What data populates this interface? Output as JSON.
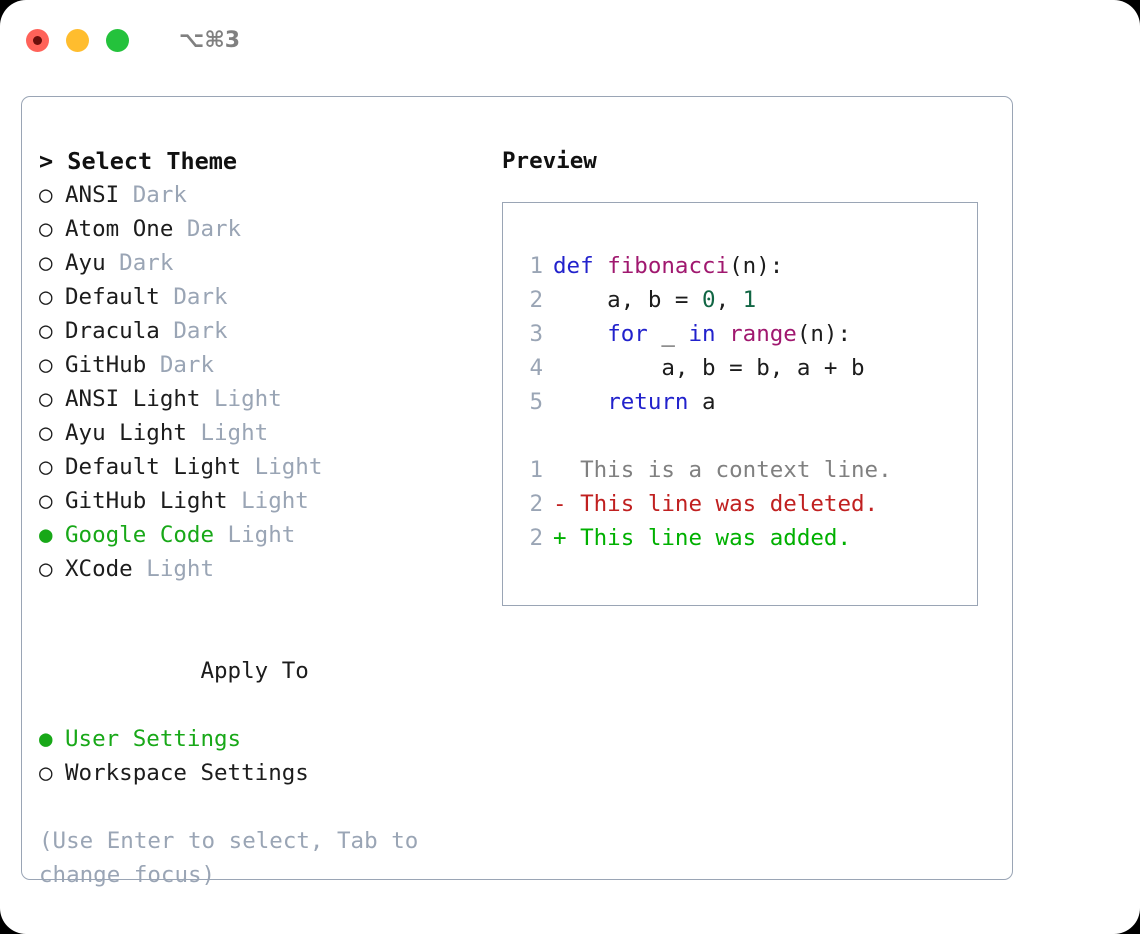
{
  "window": {
    "shortcut": "⌥⌘3",
    "traffic_lights": [
      {
        "name": "close",
        "color": "#ff6259"
      },
      {
        "name": "minimize",
        "color": "#ffbd2e"
      },
      {
        "name": "maximize",
        "color": "#24c23c"
      }
    ]
  },
  "theme_picker": {
    "prompt": "> Select Theme",
    "selected_bullet": "●",
    "unselected_bullet": "○",
    "accent_color": "#18a818",
    "muted_color": "#9aa5b5",
    "items": [
      {
        "name": "ANSI",
        "kind": "Dark",
        "selected": false
      },
      {
        "name": "Atom One",
        "kind": "Dark",
        "selected": false
      },
      {
        "name": "Ayu",
        "kind": "Dark",
        "selected": false
      },
      {
        "name": "Default",
        "kind": "Dark",
        "selected": false
      },
      {
        "name": "Dracula",
        "kind": "Dark",
        "selected": false
      },
      {
        "name": "GitHub",
        "kind": "Dark",
        "selected": false
      },
      {
        "name": "ANSI Light",
        "kind": "Light",
        "selected": false
      },
      {
        "name": "Ayu Light",
        "kind": "Light",
        "selected": false
      },
      {
        "name": "Default Light",
        "kind": "Light",
        "selected": false
      },
      {
        "name": "GitHub Light",
        "kind": "Light",
        "selected": false
      },
      {
        "name": "Google Code",
        "kind": "Light",
        "selected": true
      },
      {
        "name": "XCode",
        "kind": "Light",
        "selected": false
      }
    ]
  },
  "apply_to": {
    "title": "Apply To",
    "options": [
      {
        "label": "User Settings",
        "selected": true
      },
      {
        "label": "Workspace Settings",
        "selected": false
      }
    ]
  },
  "hint": "(Use Enter to select, Tab to change focus)",
  "preview": {
    "label": "Preview",
    "code_lines": [
      {
        "no": "1",
        "tokens": [
          {
            "t": "def ",
            "c": "kw"
          },
          {
            "t": "fibonacci",
            "c": "fn"
          },
          {
            "t": "(n):",
            "c": "plain"
          }
        ]
      },
      {
        "no": "2",
        "tokens": [
          {
            "t": "    a, b = ",
            "c": "plain"
          },
          {
            "t": "0",
            "c": "num"
          },
          {
            "t": ", ",
            "c": "plain"
          },
          {
            "t": "1",
            "c": "num"
          }
        ]
      },
      {
        "no": "3",
        "tokens": [
          {
            "t": "    ",
            "c": "plain"
          },
          {
            "t": "for",
            "c": "kw"
          },
          {
            "t": " _ ",
            "c": "plain"
          },
          {
            "t": "in",
            "c": "kw"
          },
          {
            "t": " ",
            "c": "plain"
          },
          {
            "t": "range",
            "c": "fn"
          },
          {
            "t": "(n):",
            "c": "plain"
          }
        ]
      },
      {
        "no": "4",
        "tokens": [
          {
            "t": "        a, b = b, a + b",
            "c": "plain"
          }
        ]
      },
      {
        "no": "5",
        "tokens": [
          {
            "t": "    ",
            "c": "plain"
          },
          {
            "t": "return",
            "c": "kw"
          },
          {
            "t": " a",
            "c": "plain"
          }
        ]
      }
    ],
    "diff_lines": [
      {
        "no": "1",
        "marker": "  ",
        "text": "This is a context line.",
        "kind": "ctx"
      },
      {
        "no": "2",
        "marker": "- ",
        "text": "This line was deleted.",
        "kind": "del"
      },
      {
        "no": "2",
        "marker": "+ ",
        "text": "This line was added.",
        "kind": "add"
      }
    ],
    "colors": {
      "keyword": "#2222cc",
      "function": "#a0186f",
      "number": "#116644",
      "text": "#1c1c1c",
      "line_number": "#9aa5b5",
      "diff_context": "#808080",
      "diff_deleted": "#c02020",
      "diff_added": "#00b000"
    }
  }
}
